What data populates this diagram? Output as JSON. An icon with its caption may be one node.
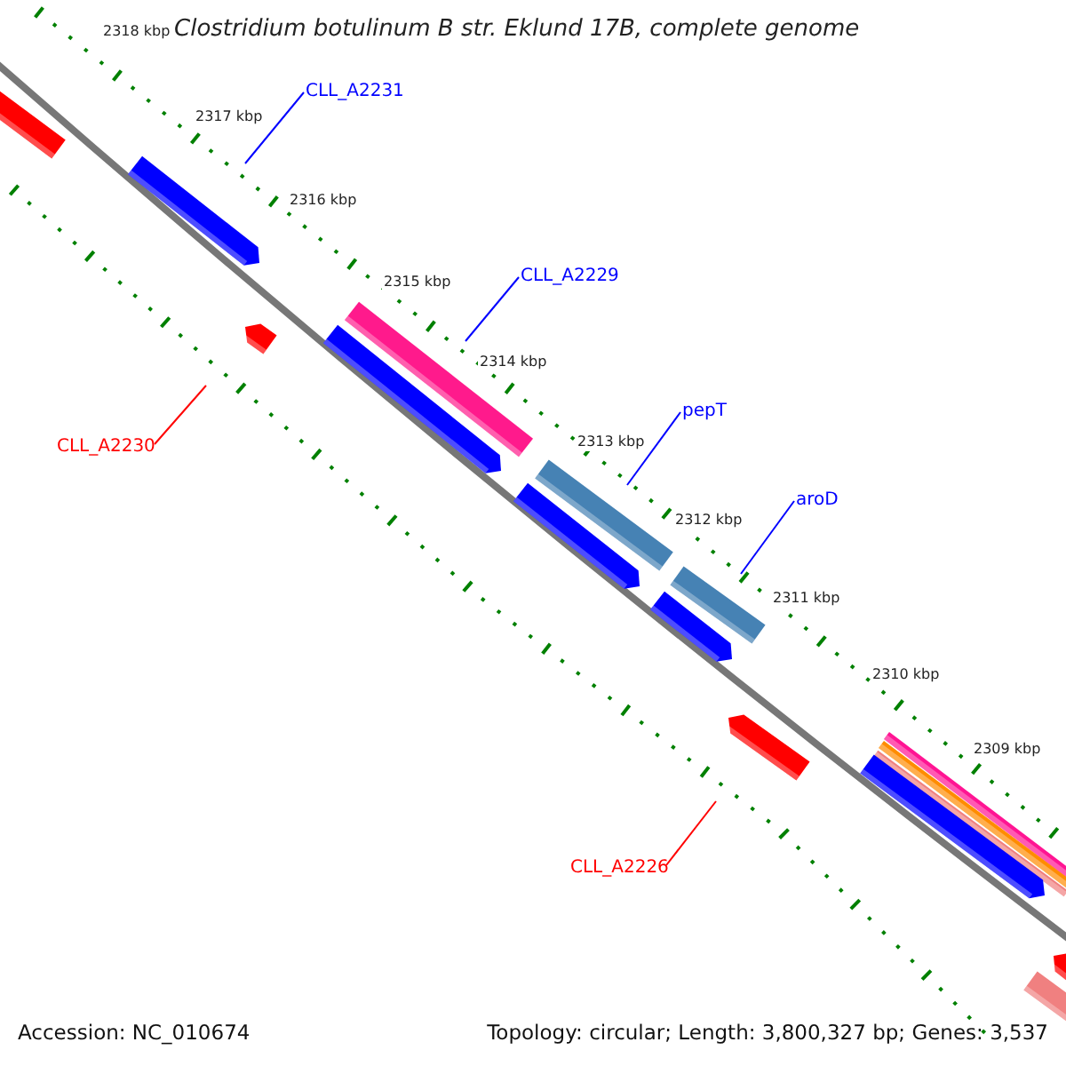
{
  "diagram": {
    "title": "Clostridium botulinum B str. Eklund 17B, complete genome",
    "nodes": [
      {
        "text": [
          "CLL_A2231"
        ]
      },
      {
        "text": [
          "CLL_A2229"
        ]
      },
      {
        "text": [
          "pepT"
        ]
      },
      {
        "text": [
          "aroD"
        ]
      },
      {
        "text": [
          "CLL_A2230"
        ]
      },
      {
        "text": [
          "CLL_A2226"
        ]
      }
    ],
    "edges": [
      {
        "from": 0,
        "to": null,
        "arrow": "none"
      },
      {
        "from": 1,
        "to": null,
        "arrow": "none"
      },
      {
        "from": 2,
        "to": null,
        "arrow": "none"
      },
      {
        "from": 3,
        "to": null,
        "arrow": "none"
      },
      {
        "from": 4,
        "to": null,
        "arrow": "none",
        "color": "#ff0000"
      },
      {
        "from": 5,
        "to": null,
        "arrow": "none",
        "color": "#ff0000"
      }
    ],
    "labels": [
      "2318 kbp",
      "2317 kbp",
      "2316 kbp",
      "2315 kbp",
      "2314 kbp",
      "2313 kbp",
      "2312 kbp",
      "2311 kbp",
      "2310 kbp",
      "2309 kbp",
      "Accession: NC_010674",
      "Topology: circular; Length: 3,800,327 bp; Genes: 3,537"
    ]
  }
}
